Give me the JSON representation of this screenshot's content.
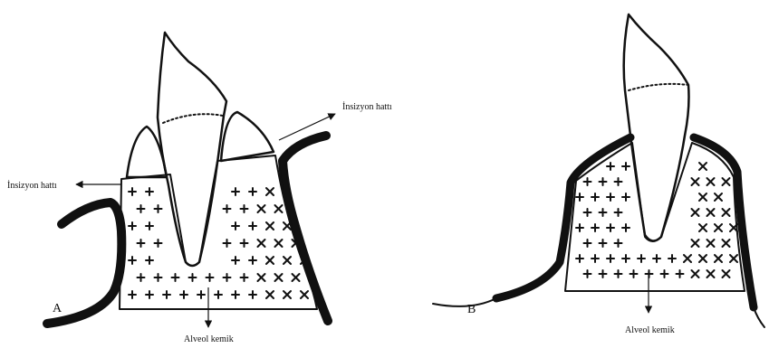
{
  "figure": {
    "panel_a": {
      "letter": "A",
      "incision_right_label": "İnsizyon hattı",
      "incision_left_label": "İnsizyon hattı",
      "bone_label": "Alveol kemik"
    },
    "panel_b": {
      "letter": "B",
      "bone_label": "Alveol kemik"
    }
  }
}
